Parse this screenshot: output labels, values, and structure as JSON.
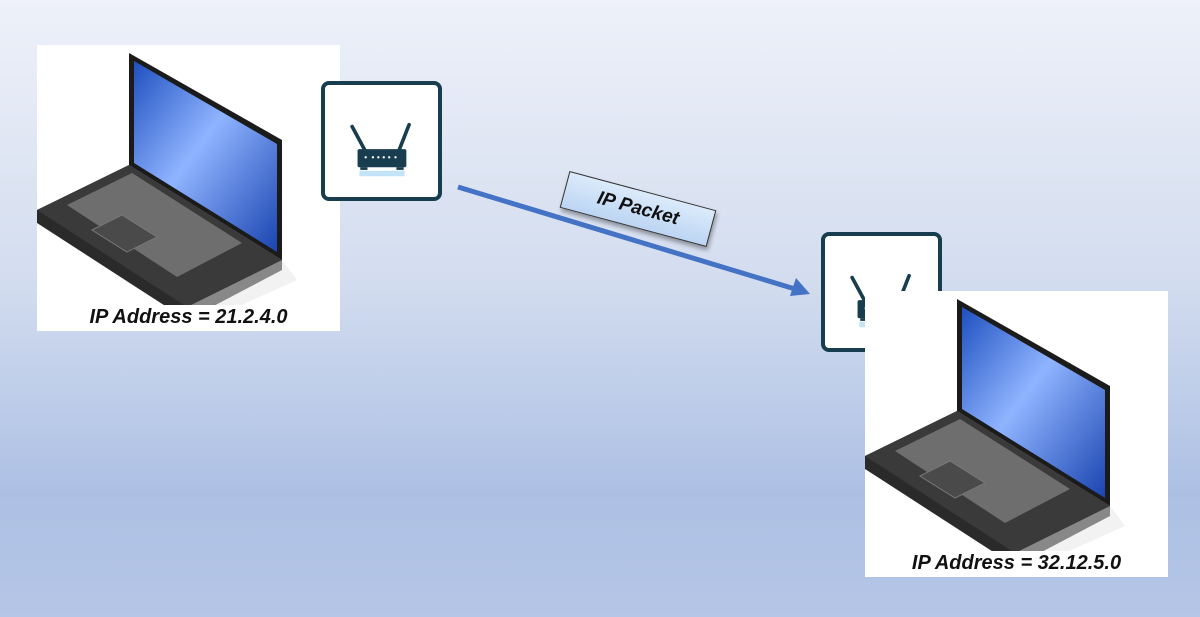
{
  "nodes": {
    "source": {
      "label": "IP Address = 21.2.4.0",
      "icon": "laptop-icon"
    },
    "source_router": {
      "icon": "router-icon"
    },
    "destination_router": {
      "icon": "router-icon"
    },
    "destination": {
      "label": "IP Address = 32.12.5.0",
      "icon": "laptop-icon"
    }
  },
  "edge": {
    "label": "IP Packet",
    "color": "#4472c4",
    "direction": "source_router-to-destination_router"
  },
  "colors": {
    "router_border": "#183d4f",
    "screen": "#2a5fd0"
  }
}
